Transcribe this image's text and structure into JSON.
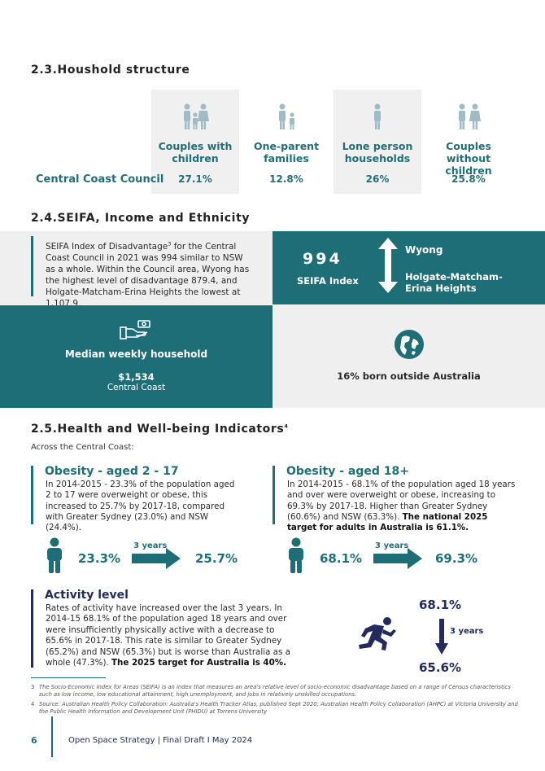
{
  "sections": {
    "household_heading": "2.3.Houshold structure",
    "seifa_heading": "2.4.SEIFA, Income and Ethnicity",
    "health_heading": "2.5.Health and Well-being Indicators",
    "health_heading_sup": "4"
  },
  "household": {
    "row_label": "Central Coast Council",
    "columns": [
      {
        "label_line1": "Couples with",
        "label_line2": "children",
        "value": "27.1%",
        "icon": "family-icon"
      },
      {
        "label_line1": "One-parent",
        "label_line2": "families",
        "value": "12.8%",
        "icon": "parent-child-icon"
      },
      {
        "label_line1": "Lone person",
        "label_line2": "households",
        "value": "26%",
        "icon": "person-icon"
      },
      {
        "label_line1": "Couples without",
        "label_line2": "children",
        "value": "25.8%",
        "icon": "couple-icon"
      }
    ]
  },
  "seifa": {
    "text_part1": "SEIFA Index of Disadvantage",
    "text_sup": "3",
    "text_part2": " for the Central Coast Council in 2021 was 994 similar to NSW as a whole. Within the Council area, Wyong has the highest level of disadvantage 879.4, and Holgate-Matcham-Erina Heights the lowest at 1,107.9.",
    "index_value": "994",
    "index_label": "SEIFA Index",
    "highest": "Wyong",
    "lowest": "Holgate-Matcham-Erina Heights"
  },
  "income": {
    "label": "Median weekly household",
    "value": "$1,534",
    "sub": "Central Coast",
    "icon": "hand-money-icon"
  },
  "ethnicity": {
    "label": "16% born outside Australia",
    "icon": "globe-icon"
  },
  "health": {
    "intro": "Across the Central Coast:",
    "obesity_child": {
      "title": "Obesity - aged 2 - 17",
      "text": "In 2014-2015 - 23.3% of the population aged 2 to 17 were overweight or obese, this increased to 25.7% by 2017-18, compared with Greater Sydney (23.0%) and NSW (24.4%).",
      "from": "23.3%",
      "to": "25.7%",
      "period": "3 years"
    },
    "obesity_adult": {
      "title": "Obesity - aged 18+",
      "text": "In 2014-2015 - 68.1% of the population aged 18 years and over were overweight or obese, increasing to 69.3% by 2017-18. Higher than Greater Sydney (60.6%) and NSW (63.3%).",
      "text_bold": "The national 2025 target for adults in Australia is 61.1%.",
      "from": "68.1%",
      "to": "69.3%",
      "period": "3 years"
    },
    "activity": {
      "title": "Activity level",
      "text": "Rates of activity have increased over the last 3 years. In 2014-15 68.1% of the population aged 18 years and over were insufficiently physically active with a decrease to 65.6% in 2017-18.  This rate is similar to Greater Sydney (65.2%) and NSW (65.3%) but is worse than Australia as a whole (47.3%).",
      "text_bold": "The 2025 target for Australia is 40%.",
      "from": "68.1%",
      "to": "65.6%",
      "period": "3 years"
    }
  },
  "footnotes": [
    {
      "mark": "3",
      "text": "The Socio-Economic Index for Areas (SEIFA) is an index that measures an area's relative level of socio-economic disadvantage based on a range of Census characteristics such as low income, low educational attainment, high unemployment, and jobs in relatively unskilled occupations."
    },
    {
      "mark": "4",
      "text": "Source: Australian Health Policy Collaboration: Australia's Health Tracker Atlas, published Sept 2020; Australian Health Policy Collaboration (AHPC) at Victoria University and the Public Health Information and Development Unit (PHIDU) at Torrens University"
    }
  ],
  "footer": {
    "page_number": "6",
    "text": "Open Space Strategy | Final Draft I May 2024"
  },
  "colors": {
    "teal": "#1d6e77",
    "navy": "#222a5e",
    "grey_panel": "#efefef"
  }
}
